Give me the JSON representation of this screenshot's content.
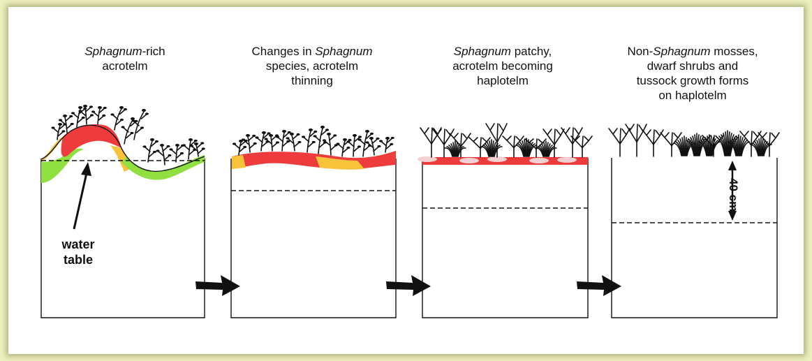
{
  "stages": [
    {
      "caption_parts": [
        {
          "t": "Sphagnum",
          "i": true
        },
        {
          "t": "-rich",
          "i": false
        },
        {
          "br": true
        },
        {
          "t": "acrotelm",
          "i": false
        }
      ]
    },
    {
      "caption_parts": [
        {
          "t": "Changes in ",
          "i": false
        },
        {
          "t": "Sphagnum",
          "i": true
        },
        {
          "br": true
        },
        {
          "t": "species, acrotelm",
          "i": false
        },
        {
          "br": true
        },
        {
          "t": "thinning",
          "i": false
        }
      ]
    },
    {
      "caption_parts": [
        {
          "t": "Sphagnum",
          "i": true
        },
        {
          "t": " patchy,",
          "i": false
        },
        {
          "br": true
        },
        {
          "t": "acrotelm becoming",
          "i": false
        },
        {
          "br": true
        },
        {
          "t": "haplotelm",
          "i": false
        }
      ]
    },
    {
      "caption_parts": [
        {
          "t": "Non-",
          "i": false
        },
        {
          "t": "Sphagnum",
          "i": true
        },
        {
          "t": " mosses,",
          "i": false
        },
        {
          "br": true
        },
        {
          "t": "dwarf shrubs and",
          "i": false
        },
        {
          "br": true
        },
        {
          "t": "tussock growth forms",
          "i": false
        },
        {
          "br": true
        },
        {
          "t": "on haplotelm",
          "i": false
        }
      ]
    }
  ],
  "labels": {
    "water_table": "water\ntable",
    "depth": "40 cm"
  },
  "colors": {
    "red_layer": "#ee3b3b",
    "yellow_layer": "#f6c33a",
    "green_layer": "#8fe040",
    "background": "#eef0bf"
  }
}
